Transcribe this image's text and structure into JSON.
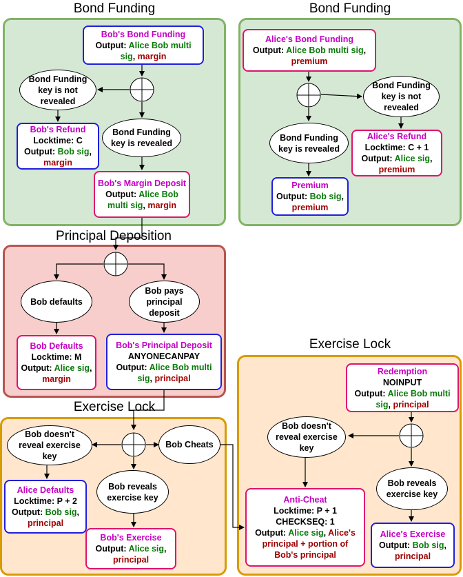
{
  "panels": {
    "bond_left_title": "Bond Funding",
    "bond_right_title": "Bond Funding",
    "principal_title": "Principal Deposition",
    "exercise_left_title": "Exercise Lock",
    "exercise_right_title": "Exercise Lock"
  },
  "labels": {
    "output": "Output:",
    "locktime": "Locktime:",
    "comma": ","
  },
  "nodes": {
    "bob_bond_funding": {
      "title": "Bob's Bond Funding",
      "output_green": "Alice Bob multi sig",
      "output_red": "margin"
    },
    "bf_key_not_revealed_left": "Bond Funding key is not revealed",
    "bf_key_revealed_left": "Bond Funding key is revealed",
    "bob_refund": {
      "title": "Bob's Refund",
      "locktime": "C",
      "output_green": "Bob sig",
      "output_red": "margin"
    },
    "bob_margin_deposit": {
      "title": "Bob's Margin Deposit",
      "output_green": "Alice Bob multi sig",
      "output_red": "margin"
    },
    "alice_bond_funding": {
      "title": "Alice's Bond Funding",
      "output_green": "Alice Bob multi sig",
      "output_red": "premium"
    },
    "bf_key_not_revealed_right": "Bond Funding key is not revealed",
    "bf_key_revealed_right": "Bond Funding key is revealed",
    "alice_refund": {
      "title": "Alice's Refund",
      "locktime": "C + 1",
      "output_green": "Alice sig",
      "output_red": "premium"
    },
    "premium": {
      "title": "Premium",
      "output_green": "Bob sig",
      "output_red": "premium"
    },
    "bob_defaults_oval": "Bob defaults",
    "bob_pays_oval": "Bob pays principal deposit",
    "bob_defaults": {
      "title": "Bob Defaults",
      "locktime": "M",
      "output_green": "Alice sig",
      "output_red": "margin"
    },
    "bob_principal_deposit": {
      "title": "Bob's Principal Deposit",
      "flag": "ANYONECANPAY",
      "output_green": "Alice Bob multi sig",
      "output_red": "principal"
    },
    "bob_no_reveal_left": "Bob doesn't reveal exercise key",
    "bob_cheats": "Bob Cheats",
    "bob_reveals_left": "Bob reveals exercise key",
    "alice_defaults": {
      "title": "Alice Defaults",
      "locktime": "P + 2",
      "output_green": "Bob sig",
      "output_red": "principal"
    },
    "bob_exercise": {
      "title": "Bob's Exercise",
      "output_green": "Alice sig",
      "output_red": "principal"
    },
    "redemption": {
      "title": "Redemption",
      "flag": "NOINPUT",
      "output_green": "Alice Bob multi sig",
      "output_red": "principal"
    },
    "bob_no_reveal_right": "Bob doesn't reveal exercise key",
    "bob_reveals_right": "Bob reveals exercise key",
    "anti_cheat": {
      "title": "Anti-Cheat",
      "locktime": "P + 1",
      "flag": "CHECKSEQ: 1",
      "output_green": "Alice sig",
      "output_red": "Alice's principal + portion of Bob's principal"
    },
    "alice_exercise": {
      "title": "Alice's Exercise",
      "output_green": "Bob sig",
      "output_red": "principal"
    }
  },
  "colors": {
    "green_fill": "#d5e8d4",
    "green_border": "#82b366",
    "red_fill": "#f8cecc",
    "red_border": "#b85450",
    "orange_fill": "#ffe6cc",
    "orange_border": "#d79b00",
    "blue_border": "#1f1fdb",
    "pink_border": "#e0126e",
    "title_text": "#c400c4",
    "green_text": "#0a7a0a",
    "red_text": "#a00000"
  }
}
